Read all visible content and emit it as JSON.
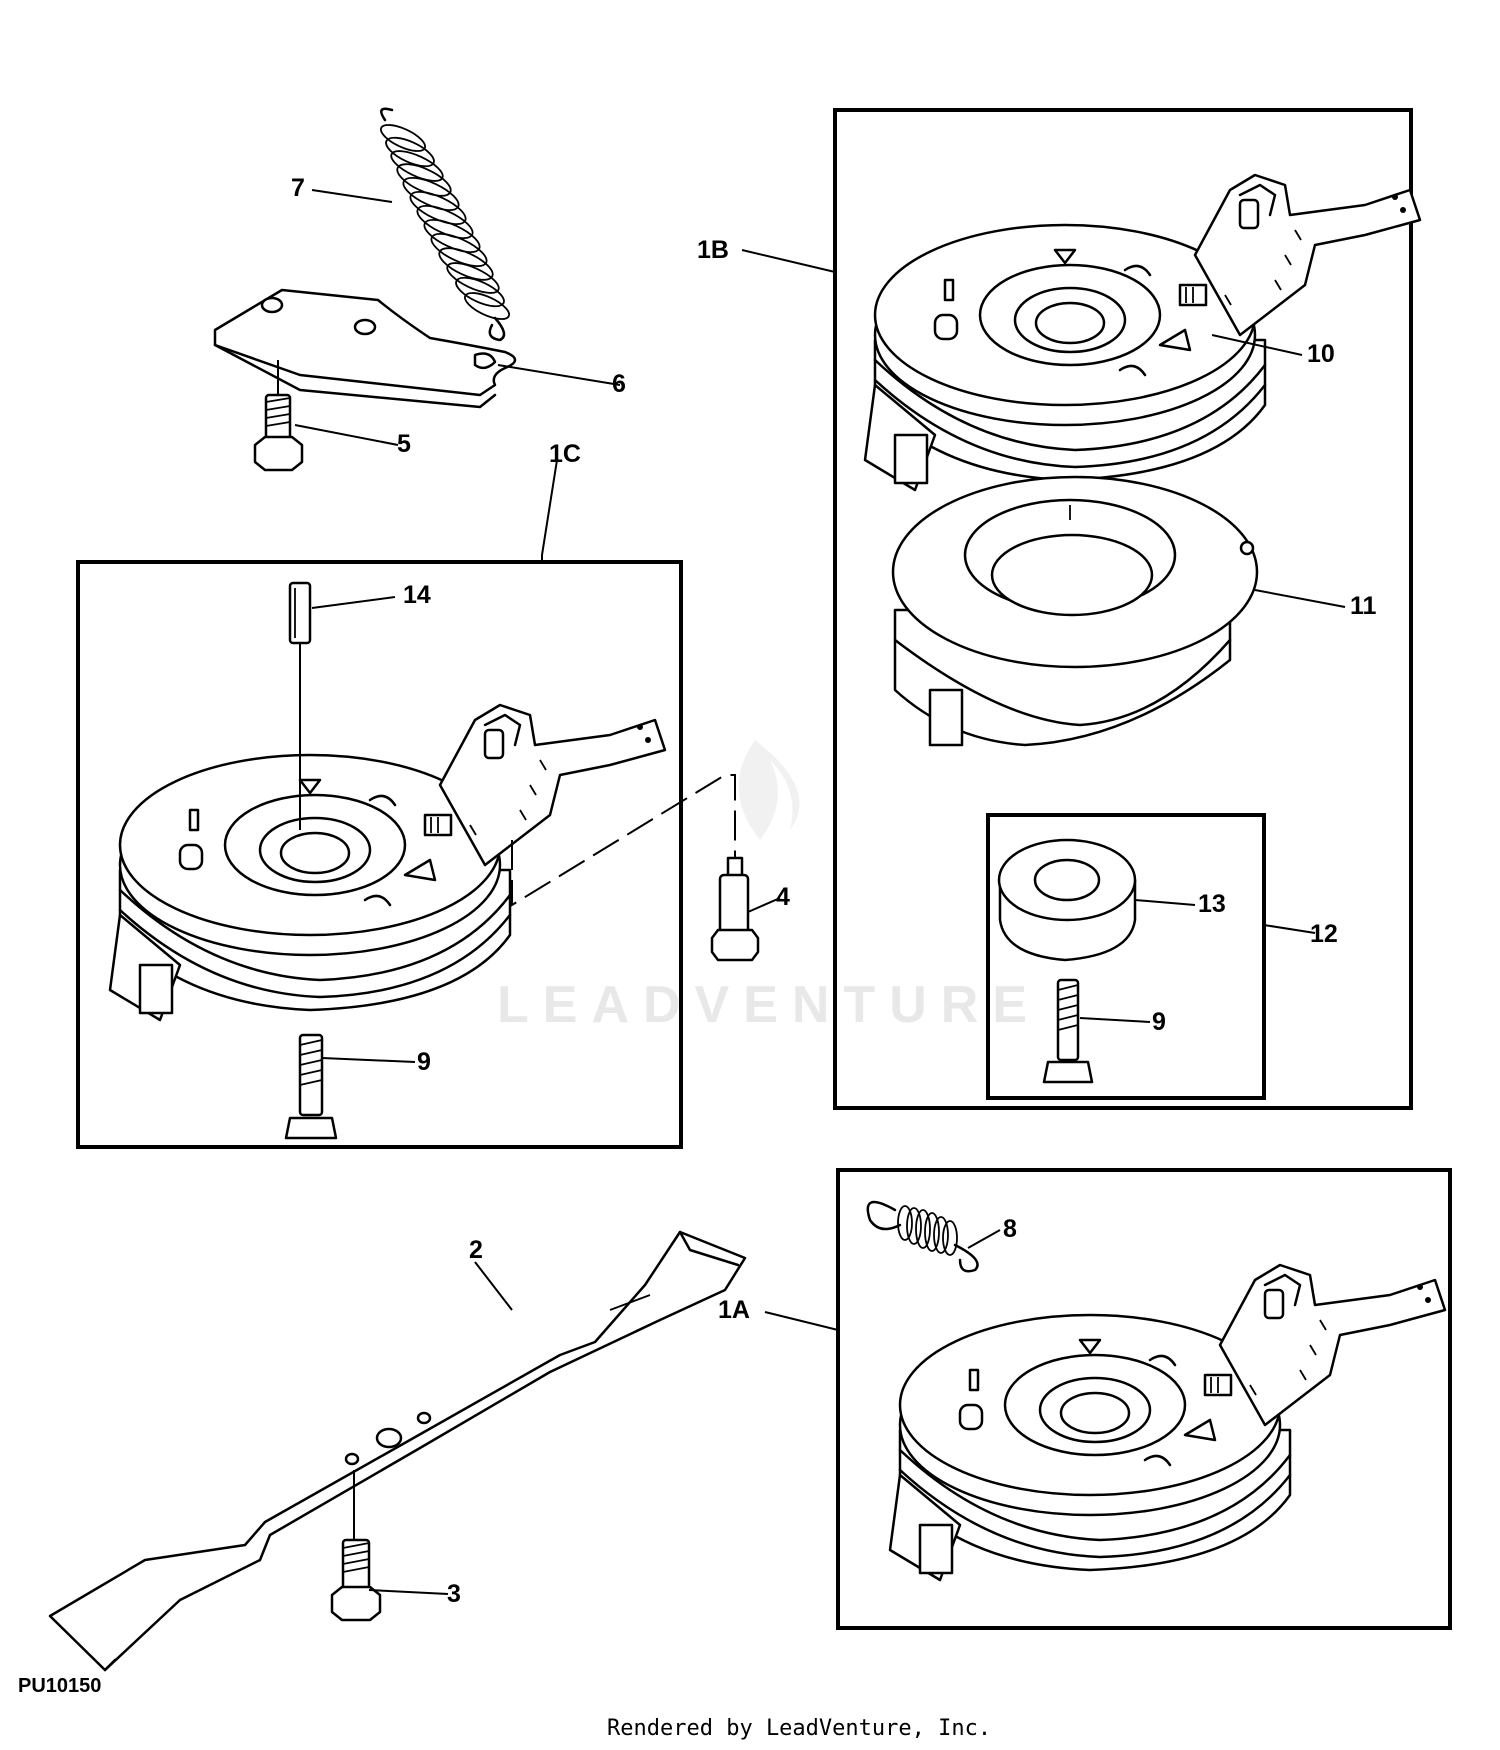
{
  "figure_id": "PU10150",
  "watermark": "LEADVENTURE",
  "footer": "Rendered by LeadVenture, Inc.",
  "callouts": {
    "c1A": "1A",
    "c1B": "1B",
    "c1C": "1C",
    "c2": "2",
    "c3": "3",
    "c4": "4",
    "c5": "5",
    "c6": "6",
    "c7": "7",
    "c8": "8",
    "c9a": "9",
    "c9b": "9",
    "c10": "10",
    "c11": "11",
    "c12": "12",
    "c13": "13",
    "c14": "14"
  }
}
